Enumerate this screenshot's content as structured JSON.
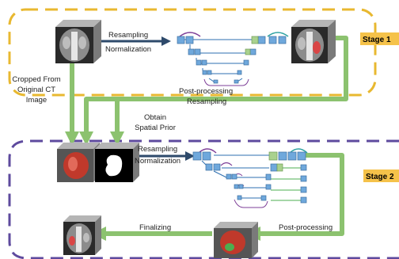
{
  "stage1": {
    "tag": "Stage 1",
    "arrow_label": [
      "Resampling",
      "Normalization"
    ],
    "post_label": [
      "Post-processing",
      "Resampling"
    ]
  },
  "stage2": {
    "tag": "Stage 2",
    "arrow_label": [
      "Resampling",
      "Normalization"
    ],
    "post_label": "Post-processing",
    "final_label": "Finalizing"
  },
  "side_labels": {
    "cropped": [
      "Cropped From",
      "Original CT",
      "Image"
    ],
    "prior": [
      "Obtain",
      "Spatial Prior"
    ]
  },
  "colors": {
    "stage1_border": "#E8B830",
    "stage2_border": "#5E4A9E",
    "tag_bg": "#F5C24A",
    "flow_arrow": "#8CC26F",
    "dark_arrow": "#2E4A6B",
    "block": "#6FA8DC",
    "block_green": "#A9D18E",
    "skip": "#7E3F98"
  }
}
